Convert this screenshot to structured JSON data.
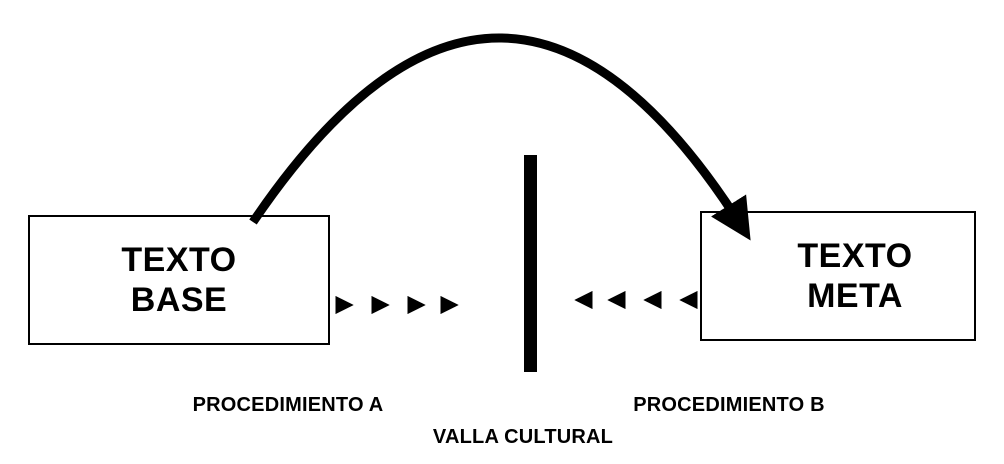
{
  "diagram": {
    "left_box": {
      "line1": "TEXTO",
      "line2": "BASE"
    },
    "right_box": {
      "line1": "TEXTO",
      "line2": "META"
    },
    "labels": {
      "procedure_a": "PROCEDIMIENTO A",
      "procedure_b": "PROCEDIMIENTO B",
      "barrier": "VALLA CULTURAL"
    },
    "shapes": {
      "curved_arrow": "thick arc from texto-base over the barrier to texto-meta",
      "left_dashed_arrows": "dashed arrows pointing right toward barrier",
      "right_dashed_arrows": "dashed arrows pointing left toward barrier",
      "barrier_bar": "thick vertical bar"
    },
    "colors": {
      "ink": "#000000",
      "background": "#ffffff"
    }
  }
}
